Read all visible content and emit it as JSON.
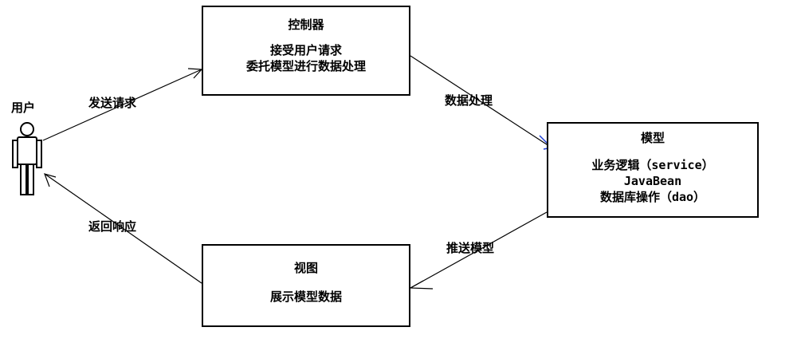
{
  "user": {
    "label": "用户"
  },
  "controller": {
    "title": "控制器",
    "lines": [
      "接受用户请求",
      "委托模型进行数据处理"
    ]
  },
  "model": {
    "title": "模型",
    "lines": [
      "业务逻辑（service）",
      "JavaBean",
      "数据库操作（dao）"
    ]
  },
  "view": {
    "title": "视图",
    "lines": [
      "展示模型数据"
    ]
  },
  "edges": {
    "send_request": "发送请求",
    "data_processing": "数据处理",
    "push_model": "推送模型",
    "return_response": "返回响应"
  }
}
